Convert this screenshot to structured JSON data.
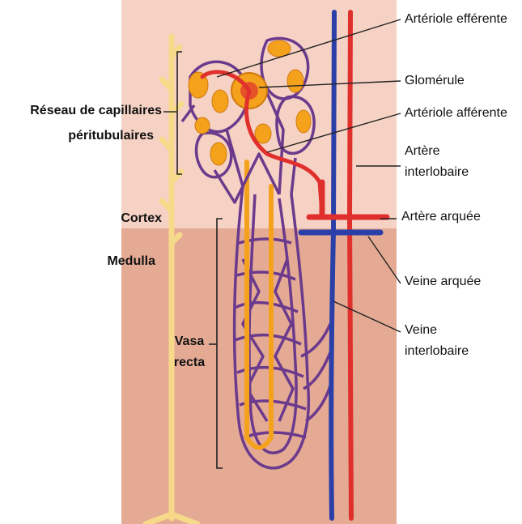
{
  "colors": {
    "cortex_bg": "#f6d2c4",
    "medulla_bg": "#e4aa94",
    "artery": "#e0302e",
    "vein": "#2a3fa8",
    "capillary": "#6b3a8c",
    "tubule": "#f4a21c",
    "nerve": "#f7d98a"
  },
  "labels": {
    "efferent": "Artériole efférente",
    "glomerule": "Glomérule",
    "afferent": "Artériole afférente",
    "interlobar_artery_1": "Artère",
    "interlobar_artery_2": "interlobaire",
    "arcuate_artery": "Artère arquée",
    "arcuate_vein": "Veine arquée",
    "interlobar_vein_1": "Veine",
    "interlobar_vein_2": "interlobaire",
    "peritubular_1": "Réseau de capillaires",
    "peritubular_2": "péritubulaires",
    "cortex": "Cortex",
    "medulla": "Medulla",
    "vasa_recta_1": "Vasa",
    "vasa_recta_2": "recta"
  }
}
